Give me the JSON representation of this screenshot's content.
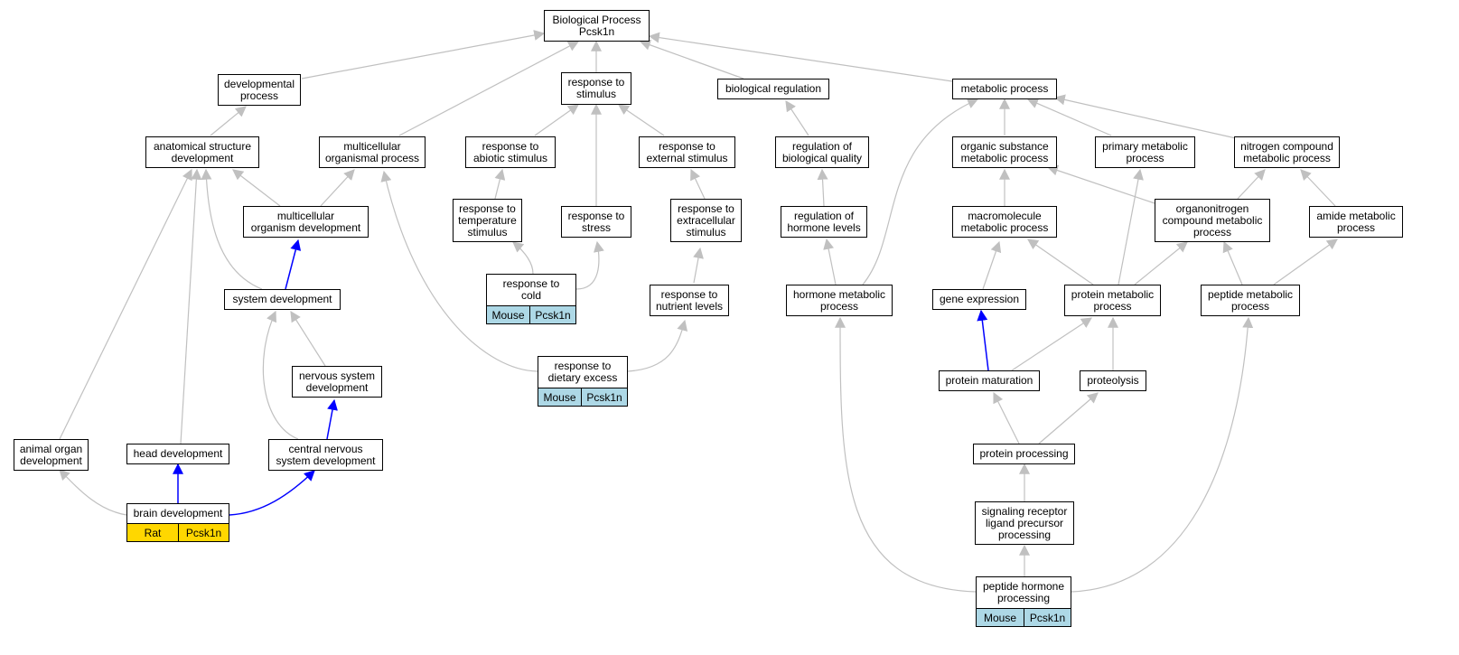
{
  "colors": {
    "gray_edge": "#c0c0c0",
    "blue_edge": "#0000ff",
    "mouse_bg": "#add8e6",
    "rat_bg": "#ffd700"
  },
  "nodes": {
    "root": "Biological Process\nPcsk1n",
    "developmental_process": "developmental\nprocess",
    "response_to_stimulus": "response to\nstimulus",
    "biological_regulation": "biological regulation",
    "metabolic_process": "metabolic process",
    "anatomical_structure_development": "anatomical structure\ndevelopment",
    "multicellular_organismal_process": "multicellular\norganismal process",
    "response_to_abiotic_stimulus": "response to\nabiotic stimulus",
    "response_to_external_stimulus": "response to\nexternal stimulus",
    "regulation_of_biological_quality": "regulation of\nbiological quality",
    "organic_substance_metabolic_process": "organic substance\nmetabolic process",
    "primary_metabolic_process": "primary metabolic\nprocess",
    "nitrogen_compound_metabolic_process": "nitrogen compound\nmetabolic process",
    "multicellular_organism_development": "multicellular\norganism development",
    "response_to_temperature_stimulus": "response to\ntemperature\nstimulus",
    "response_to_stress": "response to\nstress",
    "response_to_extracellular_stimulus": "response to\nextracellular\nstimulus",
    "regulation_of_hormone_levels": "regulation of\nhormone levels",
    "macromolecule_metabolic_process": "macromolecule\nmetabolic process",
    "organonitrogen_compound_metabolic_process": "organonitrogen\ncompound metabolic\nprocess",
    "amide_metabolic_process": "amide metabolic\nprocess",
    "system_development": "system development",
    "response_to_cold": "response to\ncold",
    "response_to_nutrient_levels": "response to\nnutrient levels",
    "hormone_metabolic_process": "hormone metabolic\nprocess",
    "gene_expression": "gene expression",
    "protein_metabolic_process": "protein metabolic\nprocess",
    "peptide_metabolic_process": "peptide metabolic\nprocess",
    "nervous_system_development": "nervous system\ndevelopment",
    "response_to_dietary_excess": "response to\ndietary excess",
    "protein_maturation": "protein maturation",
    "proteolysis": "proteolysis",
    "animal_organ_development": "animal organ\ndevelopment",
    "head_development": "head development",
    "central_nervous_system_development": "central nervous\nsystem development",
    "protein_processing": "protein processing",
    "brain_development": "brain development",
    "signaling_receptor_ligand_precursor_processing": "signaling receptor\nligand precursor\nprocessing",
    "peptide_hormone_processing": "peptide hormone\nprocessing"
  },
  "annotations": {
    "response_to_cold": {
      "species": "Mouse",
      "gene": "Pcsk1n"
    },
    "response_to_dietary_excess": {
      "species": "Mouse",
      "gene": "Pcsk1n"
    },
    "brain_development": {
      "species": "Rat",
      "gene": "Pcsk1n"
    },
    "peptide_hormone_processing": {
      "species": "Mouse",
      "gene": "Pcsk1n"
    }
  }
}
